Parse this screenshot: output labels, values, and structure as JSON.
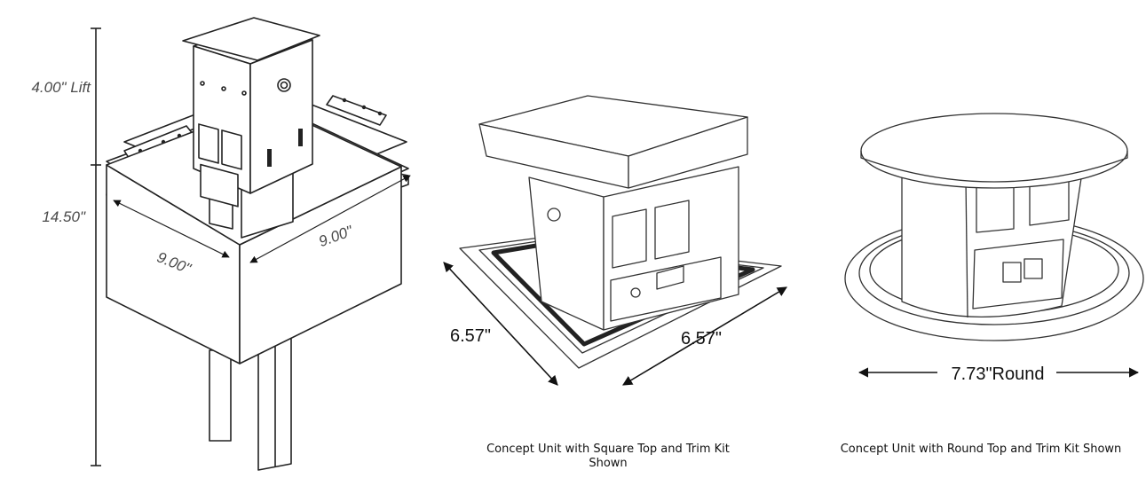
{
  "tall_unit": {
    "lift_label": "4.00\" Lift",
    "height_label": "14.50\"",
    "width_label_left": "9.00\"",
    "width_label_right": "9.00\""
  },
  "square_unit": {
    "dim_left": "6.57\"",
    "dim_right": "6.57\"",
    "caption": "Concept Unit with Square Top and Trim Kit Shown"
  },
  "round_unit": {
    "dim_diameter": "7.73\"Round",
    "caption": "Concept Unit with Round Top and Trim Kit Shown"
  }
}
